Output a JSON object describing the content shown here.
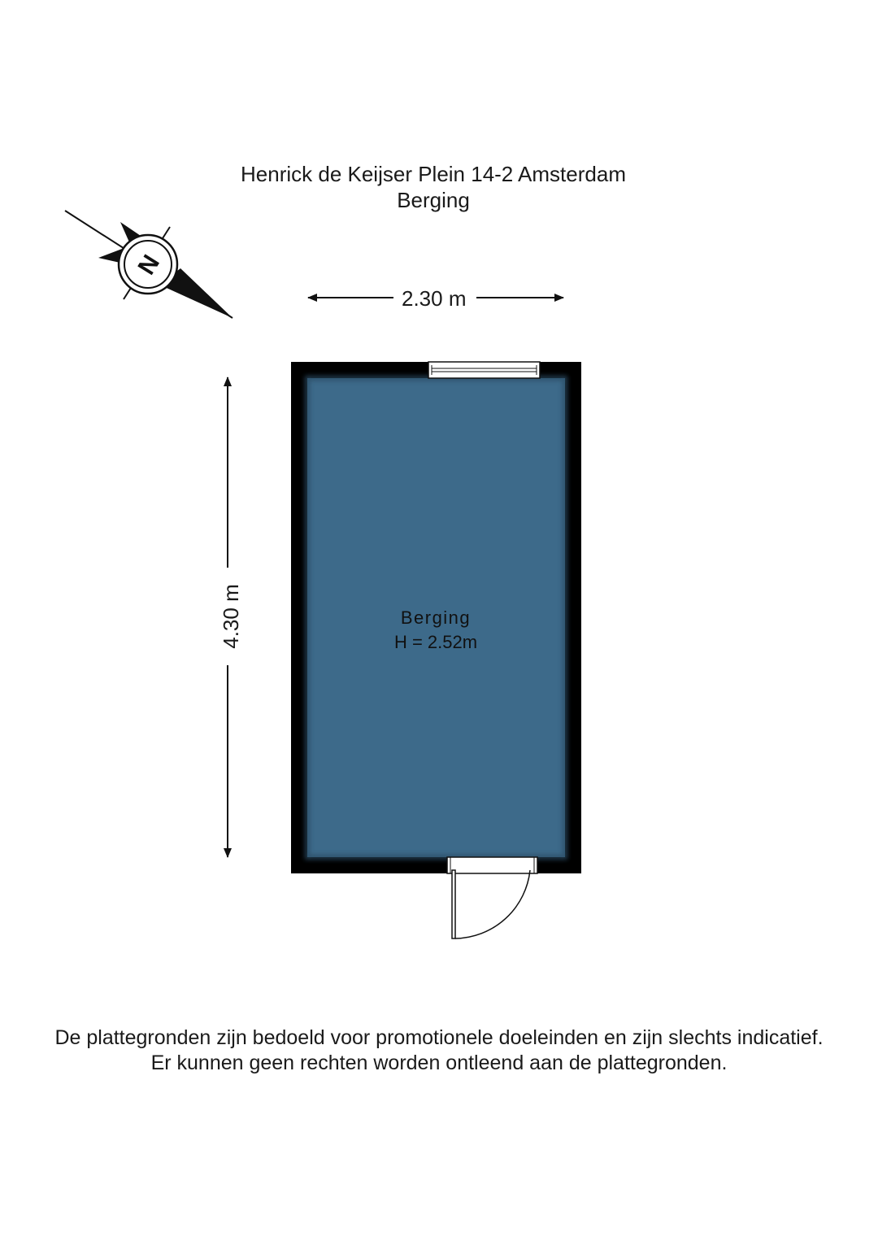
{
  "header": {
    "address": "Henrick de Keijser Plein 14-2 Amsterdam",
    "floor": "Berging"
  },
  "compass": {
    "icon": "north-arrow-icon",
    "letter": "N"
  },
  "dimensions": {
    "width": "2.30 m",
    "length": "4.30 m"
  },
  "room": {
    "name": "Berging",
    "height": "H = 2.52m"
  },
  "colors": {
    "floor": "#3d6a8a",
    "wall": "#000000"
  },
  "disclaimer": {
    "line1": "De plattegronden zijn bedoeld voor promotionele doeleinden en zijn slechts indicatief.",
    "line2": "Er kunnen geen rechten worden ontleend aan de plattegronden."
  }
}
